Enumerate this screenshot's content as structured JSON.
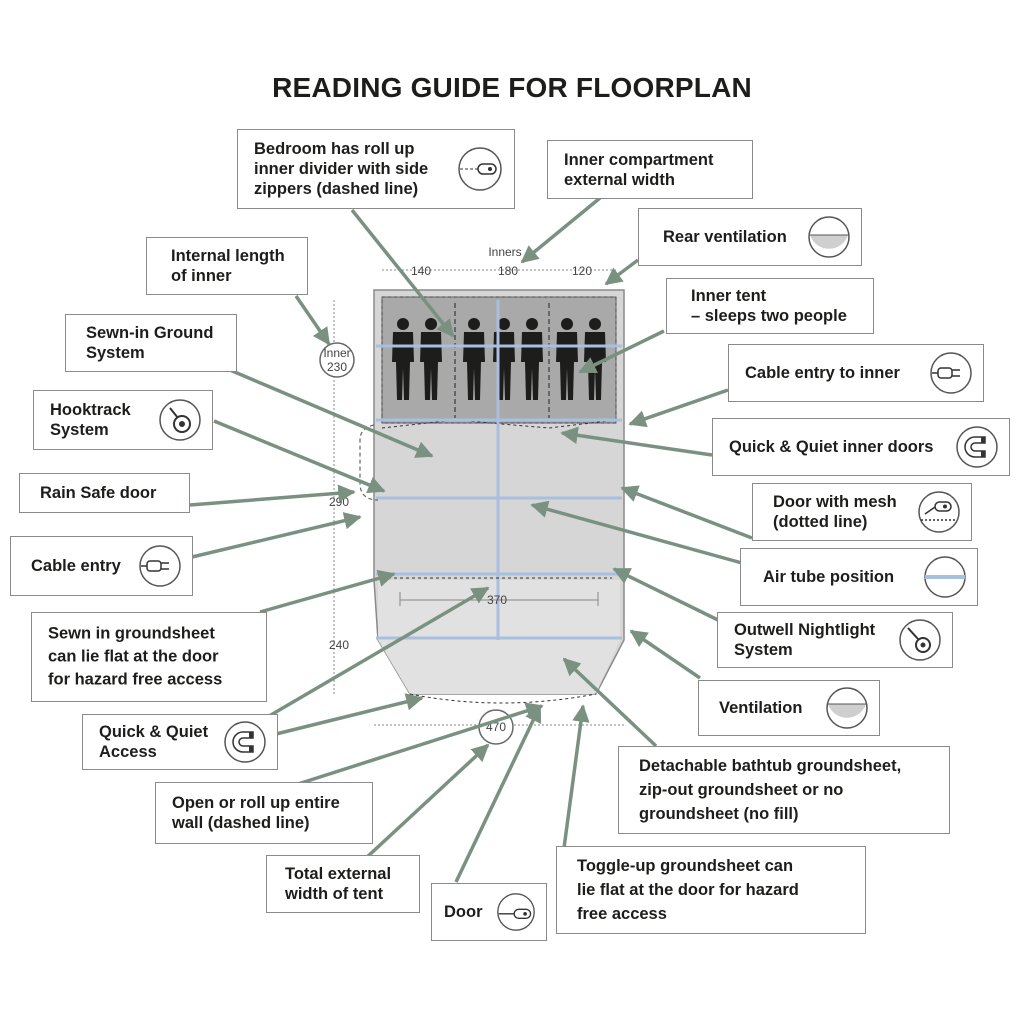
{
  "title": "READING GUIDE FOR FLOORPLAN",
  "labels": {
    "bedroom_divider": "Bedroom has roll up\ninner divider with side\nzippers (dashed line)",
    "inner_width": "Inner compartment\nexternal width",
    "rear_ventilation": "Rear ventilation",
    "internal_length": "Internal length\nof inner",
    "inner_tent": "Inner tent\n– sleeps two people",
    "sewn_ground": "Sewn-in Ground\nSystem",
    "cable_entry_inner": "Cable entry to inner",
    "hooktrack": "Hooktrack\nSystem",
    "qq_inner_doors": "Quick & Quiet inner doors",
    "rain_safe": "Rain Safe door",
    "door_mesh": "Door with mesh\n(dotted line)",
    "cable_entry": "Cable entry",
    "air_tube": "Air tube position",
    "sewn_groundsheet": "Sewn in groundsheet\ncan lie flat at the door\nfor hazard free access",
    "nightlight": "Outwell Nightlight\nSystem",
    "ventilation": "Ventilation",
    "qq_access": "Quick & Quiet\nAccess",
    "bathtub": "Detachable bathtub groundsheet,\nzip-out groundsheet or no\ngroundsheet (no fill)",
    "open_wall": "Open or roll up entire\nwall (dashed line)",
    "total_width": "Total external\nwidth of tent",
    "door": "Door",
    "toggle_up": "Toggle-up groundsheet can\nlie flat at the door for hazard\nfree access"
  },
  "dimensions": {
    "inners_label": "Inners",
    "w140": "140",
    "w180": "180",
    "w120": "120",
    "inner_label": "Inner",
    "inner_len": "230",
    "len290": "290",
    "len240": "240",
    "w370": "370",
    "w470": "470"
  },
  "colors": {
    "tent_fill": "#d4d4d4",
    "inner_fill": "#a9a9a9",
    "air_tube": "#a8bfe0",
    "arrow": "#7a9181",
    "label_border": "#8a8a8a"
  }
}
